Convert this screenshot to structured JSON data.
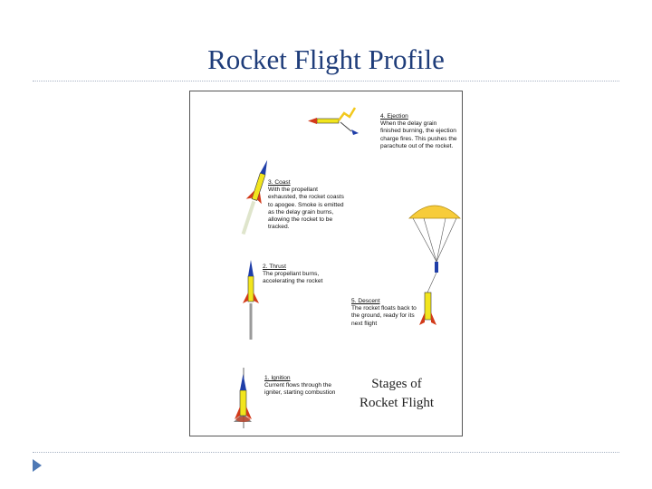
{
  "slide": {
    "title": "Rocket Flight Profile"
  },
  "figure": {
    "stages": [
      {
        "heading": "1. Ignition",
        "body": "Current flows through the igniter, starting combustion"
      },
      {
        "heading": "2. Thrust",
        "body": "The propellant burns, accelerating the rocket"
      },
      {
        "heading": "3. Coast",
        "body": "With the propellant exhausted, the rocket coasts to apogee. Smoke is emitted as the delay grain burns, allowing the rocket to be tracked."
      },
      {
        "heading": "4. Ejection",
        "body": "When the delay grain finished burning, the ejection charge fires. This pushes the parachute out of the rocket."
      },
      {
        "heading": "5. Descent",
        "body": "The rocket floats back to the ground, ready for its next flight"
      }
    ],
    "caption_line1": "Stages of",
    "caption_line2": "Rocket Flight"
  },
  "colors": {
    "title": "#1f3d7a",
    "rocket_body": "#f2e51d",
    "nose_cone": "#1f3ea8",
    "fins": "#d23a1a",
    "parachute": "#f7cc3a",
    "bullet": "#4f79b5"
  }
}
